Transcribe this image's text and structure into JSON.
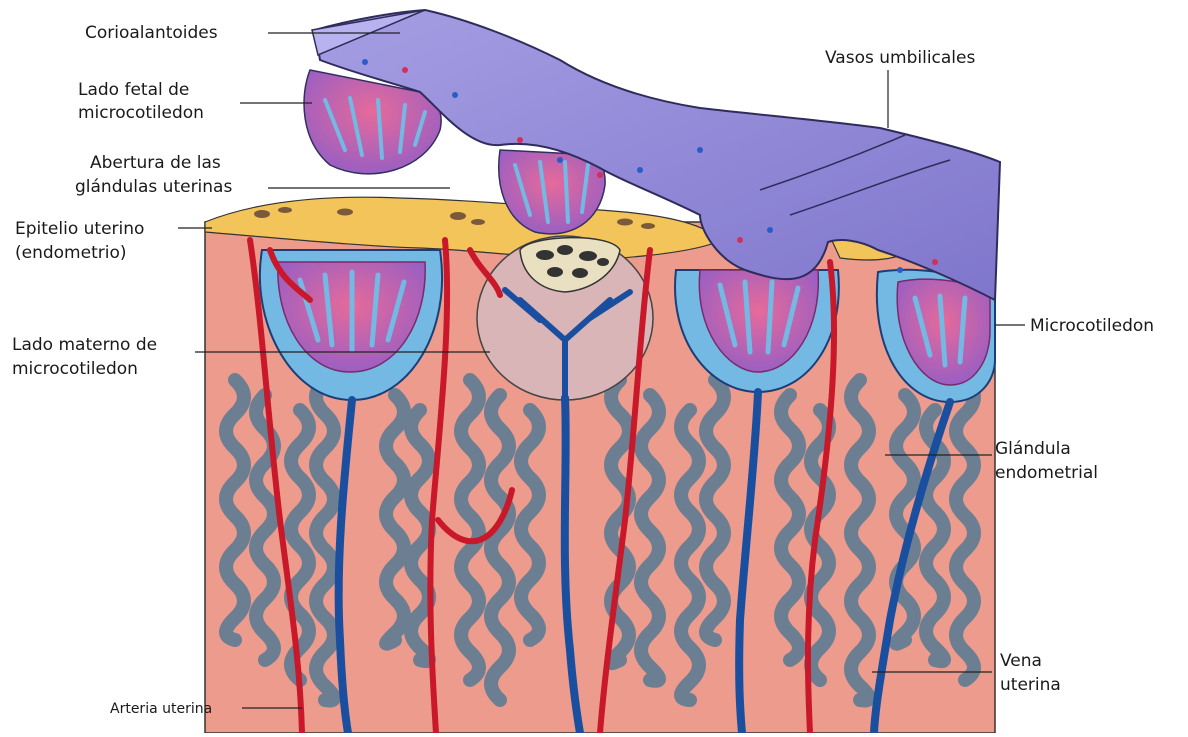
{
  "labels": {
    "corioalantoides": "Corioalantoides",
    "lado_fetal_1": "Lado fetal de",
    "lado_fetal_2": "microcotiledon",
    "abertura_1": "Abertura de las",
    "abertura_2": "glándulas uterinas",
    "epitelio_1": "Epitelio uterino",
    "epitelio_2": "(endometrio)",
    "lado_materno_1": "Lado materno de",
    "lado_materno_2": "microcotiledon",
    "arteria": "Arteria uterina",
    "vasos": "Vasos umbilicales",
    "microcotiledon": "Microcotiledon",
    "glandula_1": "Glándula",
    "glandula_2": "endometrial",
    "vena_1": "Vena",
    "vena_2": "uterina"
  },
  "colors": {
    "tissue": "#ec9b8c",
    "epithelium": "#f2c45a",
    "chorion": "#8f86d6",
    "fetal_villi": "#d05a9a",
    "maternal_crypt": "#73b9e4",
    "artery": "#c8182a",
    "vein": "#1a4fa0",
    "gland": "#6c7f92"
  }
}
